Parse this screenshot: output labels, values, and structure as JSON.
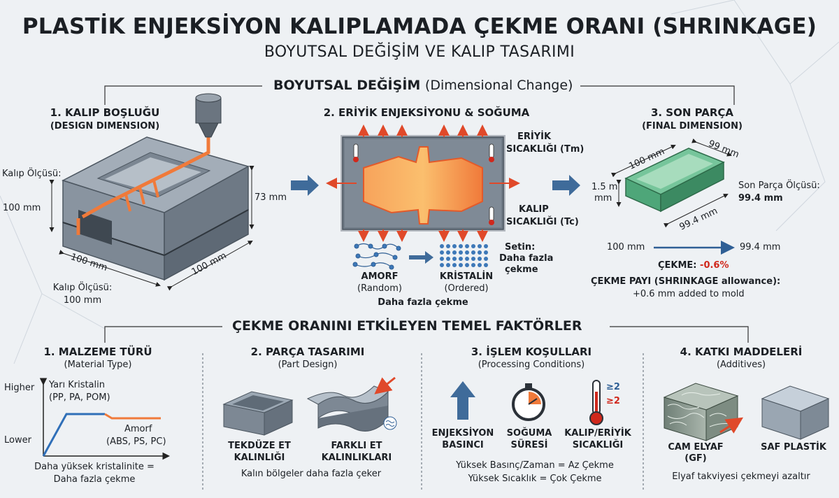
{
  "title": "PLASTİK ENJEKSİYON KALIPLAMADA ÇEKME ORANI (SHRINKAGE)",
  "subtitle": "BOYUTSAL DEĞİŞİM VE KALIP TASARIMI",
  "top_section": {
    "title": "BOYUTSAL DEĞİŞİM",
    "title_en": "(Dimensional Change)",
    "step1": {
      "title": "1. KALIP BOŞLUĞU",
      "subtitle": "(DESIGN DIMENSION)",
      "label_side": "Kalıp Ölçüsü:",
      "label_side_value": "100 mm",
      "height_dim": "73 mm",
      "dim_front": "100 mm",
      "dim_right": "100 mm",
      "label_bottom": "Kalıp Ölçüsü:",
      "label_bottom_value": "100 mm"
    },
    "step2": {
      "title": "2. ERİYİK ENJEKSİYONU & SOĞUMA",
      "melt_temp_1": "ERİYİK",
      "melt_temp_2": "SICAKLIĞI (Tm)",
      "mold_temp_1": "KALIP",
      "mold_temp_2": "SICAKLIĞI (Tc)",
      "amorph": "AMORF",
      "amorph_sub": "(Random)",
      "crystal": "KRİSTALİN",
      "crystal_sub": "(Ordered)",
      "note_1": "Setin:",
      "note_2": "Daha fazla",
      "note_3": "çekme",
      "bottom": "Daha fazla çekme"
    },
    "step3": {
      "title": "3. SON PARÇA",
      "subtitle": "(FINAL DIMENSION)",
      "dim_top_left": "100 mm",
      "dim_top_right": "99 mm",
      "dim_height_1": "1.5 m",
      "dim_height_2": "mm",
      "dim_bottom": "99.4 mm",
      "label": "Son Parça Ölçüsü:",
      "label_value": "99.4 mm",
      "from": "100 mm",
      "to": "99.4 mm",
      "shrink_label": "ÇEKME:",
      "shrink_value": "-0.6%",
      "allowance_label": "ÇEKME PAYI (SHRINKAGE allowance):",
      "allowance_value": "+0.6 mm added to mold"
    }
  },
  "factors": {
    "title": "ÇEKME ORANINI ETKİLEYEN TEMEL FAKTÖRLER",
    "f1": {
      "title": "1. MALZEME TÜRÜ",
      "subtitle": "(Material Type)",
      "higher": "Higher",
      "lower": "Lower",
      "semi_title": "Yarı Kristalin",
      "semi_sub": "(PP, PA, POM)",
      "amorph_title": "Amorf",
      "amorph_sub": "(ABS, PS, PC)",
      "foot_1": "Daha yüksek kristalinite =",
      "foot_2": "Daha fazla çekme"
    },
    "f2": {
      "title": "2. PARÇA TASARIMI",
      "subtitle": "(Part Design)",
      "uniform_1": "TEKDÜZE ET",
      "uniform_2": "KALINLIĞI",
      "varied_1": "FARKLI ET",
      "varied_2": "KALINLIKLARI",
      "foot": "Kalın bölgeler daha fazla çeker"
    },
    "f3": {
      "title": "3. İŞLEM KOŞULLARI",
      "subtitle": "(Processing Conditions)",
      "p1_1": "ENJEKSİYON",
      "p1_2": "BASINCI",
      "p2_1": "SOĞUMA",
      "p2_2": "SÜRESİ",
      "p3_1": "KALIP/ERİYİK",
      "p3_2": "SICAKLIĞI",
      "ge1": "≥2",
      "ge2": "≥2",
      "foot_1": "Yüksek Basınç/Zaman = Az Çekme",
      "foot_2": "Yüksek Sıcaklık = Çok Çekme"
    },
    "f4": {
      "title": "4. KATKI MADDELERİ",
      "subtitle": "(Additives)",
      "gf_1": "CAM ELYAF",
      "gf_2": "(GF)",
      "pure": "SAF PLASTİK",
      "foot": "Elyaf takviyesi çekmeyi azaltır"
    }
  },
  "colors": {
    "melt": "#f0652d",
    "arrow_blue": "#3d6fa6",
    "steel": "#7a8794",
    "part_green": "#4ea679",
    "red": "#d0281c"
  }
}
